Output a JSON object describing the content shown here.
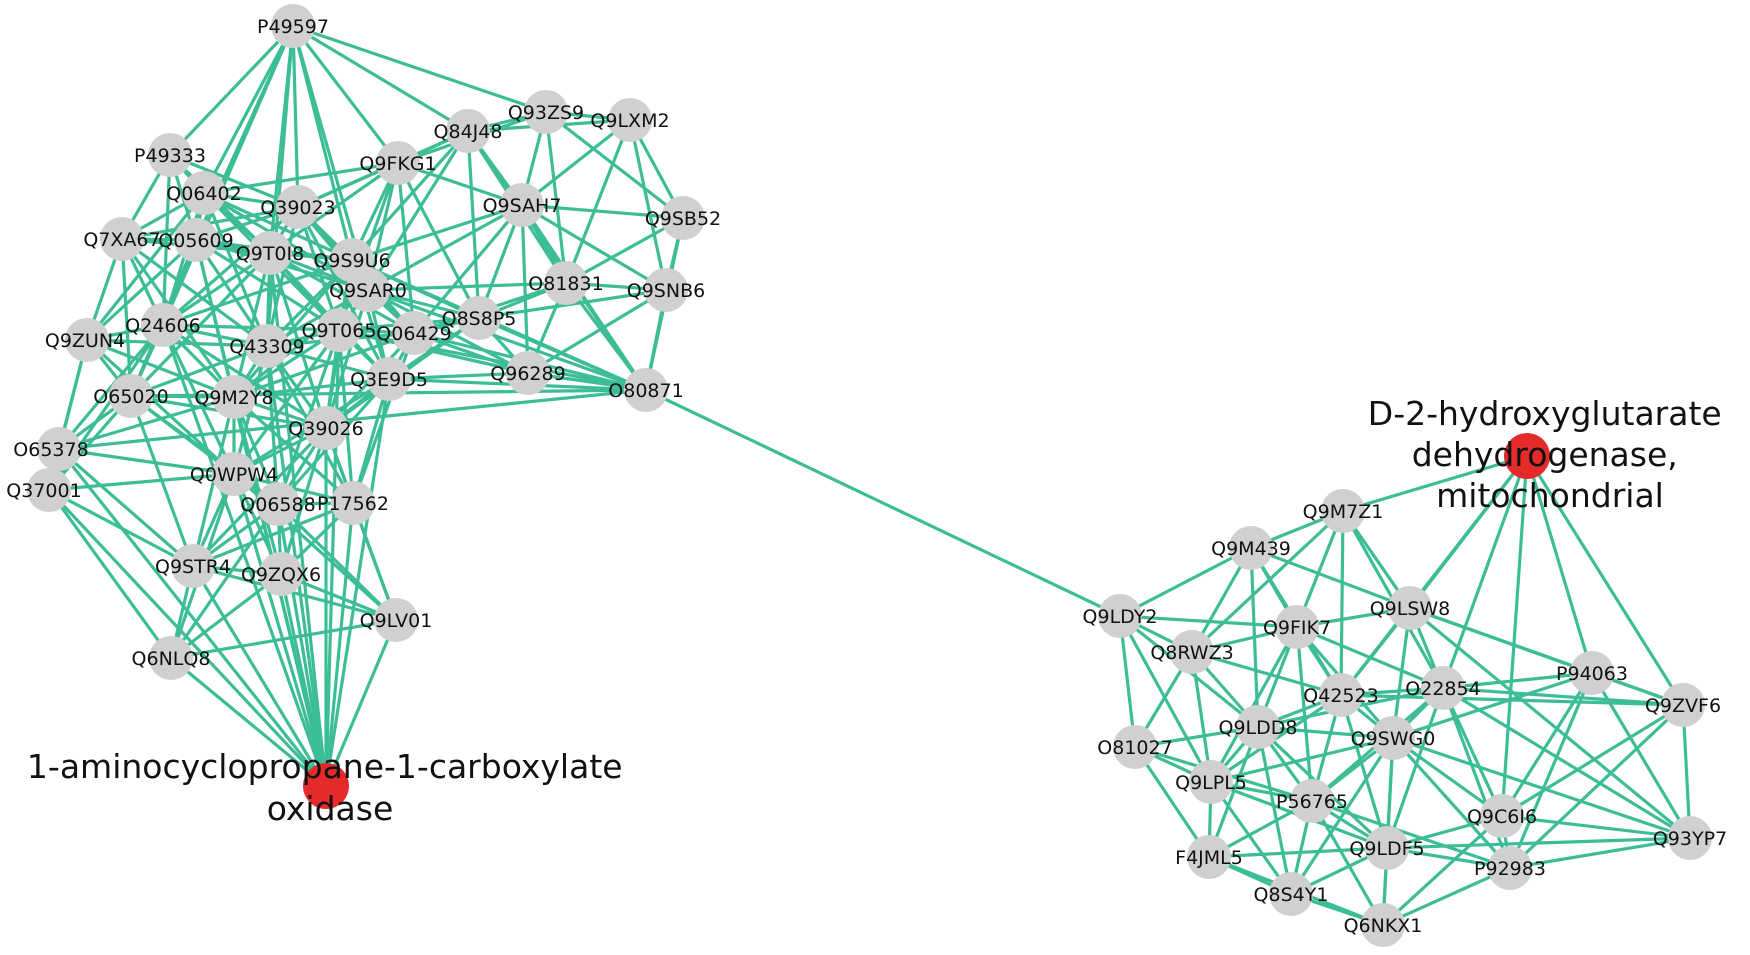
{
  "network": {
    "hubs": {
      "acc_oxidase": {
        "label_lines": [
          "1-aminocyclopropane-1-carboxylate",
          "oxidase"
        ]
      },
      "d2hgdh": {
        "label_lines": [
          "D-2-hydroxyglutarate",
          "dehydrogenase,",
          "mitochondrial"
        ]
      }
    },
    "colors": {
      "edge": "#3dbd96",
      "node": "#d0d0d0",
      "hub": "#e52a2a"
    },
    "nodes": [
      "P49597",
      "P49333",
      "Q06402",
      "Q39023",
      "Q7XA67",
      "Q05609",
      "Q9T0I8",
      "Q9S9U6",
      "Q9FKG1",
      "Q84J48",
      "Q93ZS9",
      "Q9LXM2",
      "Q9SAH7",
      "Q9SB52",
      "O81831",
      "Q9SNB6",
      "Q9SAR0",
      "Q8S8P5",
      "Q9ZUN4",
      "Q24606",
      "Q43309",
      "Q9T065",
      "Q06429",
      "Q96289",
      "O80871",
      "O65020",
      "Q9M2Y8",
      "Q3E9D5",
      "O65378",
      "Q39026",
      "Q37001",
      "Q0WPW4",
      "Q06588",
      "P17562",
      "Q9STR4",
      "Q9ZQX6",
      "Q9LV01",
      "Q6NLQ8",
      "Q9M7Z1",
      "Q9M439",
      "Q9LDY2",
      "Q9LSW8",
      "Q8RWZ3",
      "Q9FIK7",
      "Q42523",
      "O22854",
      "P94063",
      "Q9ZVF6",
      "Q9LDD8",
      "Q9SWG0",
      "O81027",
      "Q9LPL5",
      "P56765",
      "Q9C6I6",
      "F4JML5",
      "Q9LDF5",
      "P92983",
      "Q93YP7",
      "Q8S4Y1",
      "Q6NKX1"
    ]
  }
}
